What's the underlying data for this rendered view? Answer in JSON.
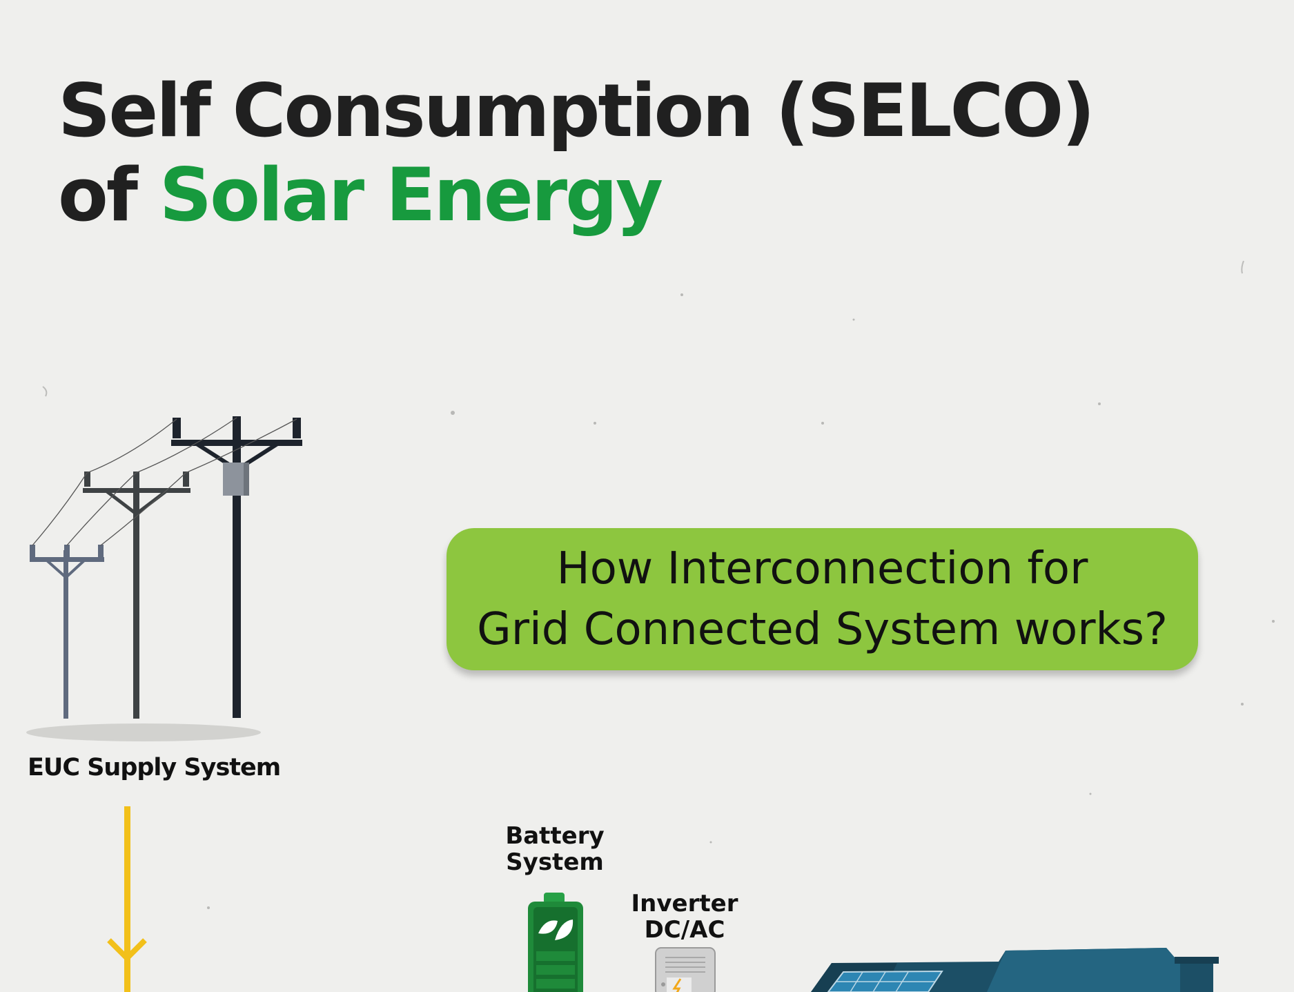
{
  "title": {
    "line1": "Self Consumption (SELCO)",
    "line2_prefix": "of ",
    "line2_highlight": "Solar Energy"
  },
  "callout": {
    "line1": "How Interconnection for",
    "line2": "Grid Connected System works?"
  },
  "labels": {
    "euc_supply": "EUC Supply System",
    "battery_line1": "Battery",
    "battery_line2": "System",
    "inverter_line1": "Inverter",
    "inverter_line2": "DC/AC"
  },
  "icons": [
    "utility-poles-icon",
    "flow-arrow-icon",
    "battery-icon",
    "leaf-icon",
    "inverter-icon",
    "house-icon",
    "solar-panel-icon"
  ],
  "colors": {
    "background": "#efefed",
    "title_text": "#202020",
    "title_highlight": "#179a3e",
    "callout_bg": "#8dc63f",
    "arrow": "#f2c01a",
    "battery": "#1f8a3a",
    "house_roof": "#1c4f66"
  }
}
